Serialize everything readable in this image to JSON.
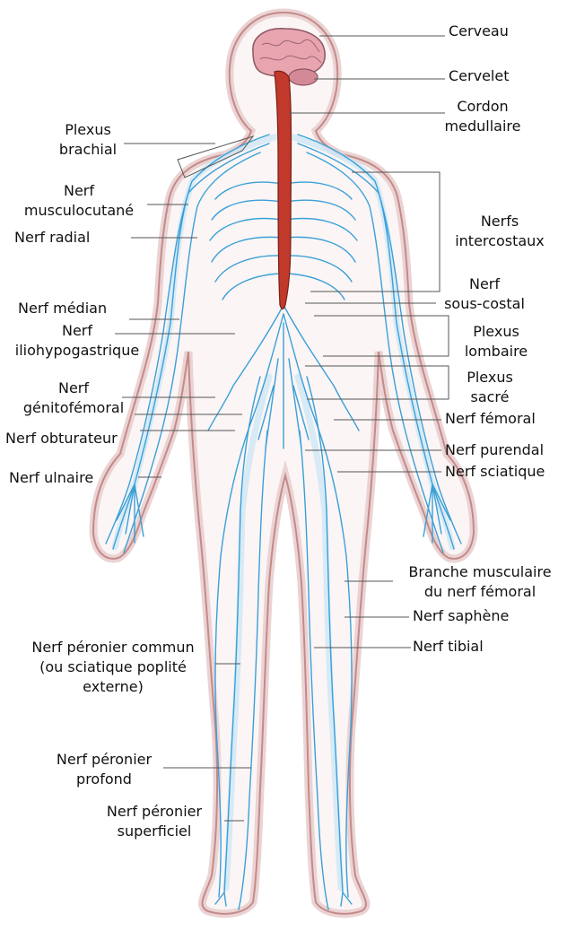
{
  "colors": {
    "background": "#ffffff",
    "outline": "#c48a8a",
    "nerve": "#3aa0d8",
    "nerve_glow": "#cfe8f6",
    "spinal_cord": "#c0392b",
    "brain": "#e8a5b0",
    "label": "#111111",
    "leader": "#555555"
  },
  "labels": {
    "cerveau": [
      "Cerveau"
    ],
    "cervelet": [
      "Cervelet"
    ],
    "cordon": [
      "Cordon",
      "medullaire"
    ],
    "plexus_brachial": [
      "Plexus",
      "brachial"
    ],
    "musculocutane": [
      "Nerf",
      "musculocutané"
    ],
    "radial": [
      "Nerf radial"
    ],
    "intercostaux": [
      "Nerfs",
      "intercostaux"
    ],
    "sous_costal": [
      "Nerf",
      "sous-costal"
    ],
    "median": [
      "Nerf médian"
    ],
    "iliohypogastrique": [
      "Nerf",
      "iliohypogastrique"
    ],
    "plexus_lombaire": [
      "Plexus",
      "lombaire"
    ],
    "plexus_sacre": [
      "Plexus",
      "sacré"
    ],
    "genitofemoral": [
      "Nerf",
      "génitofémoral"
    ],
    "femoral": [
      "Nerf fémoral"
    ],
    "obturateur": [
      "Nerf obturateur"
    ],
    "purendal": [
      "Nerf purendal"
    ],
    "ulnaire": [
      "Nerf ulnaire"
    ],
    "sciatique": [
      "Nerf sciatique"
    ],
    "branche_musculaire": [
      "Branche musculaire",
      "du nerf fémoral"
    ],
    "saphene": [
      "Nerf saphène"
    ],
    "tibial": [
      "Nerf tibial"
    ],
    "peronier_commun": [
      "Nerf péronier commun",
      "(ou sciatique poplité",
      "externe)"
    ],
    "peronier_profond": [
      "Nerf péronier",
      "profond"
    ],
    "peronier_superficiel": [
      "Nerf péronier",
      "superficiel"
    ]
  }
}
